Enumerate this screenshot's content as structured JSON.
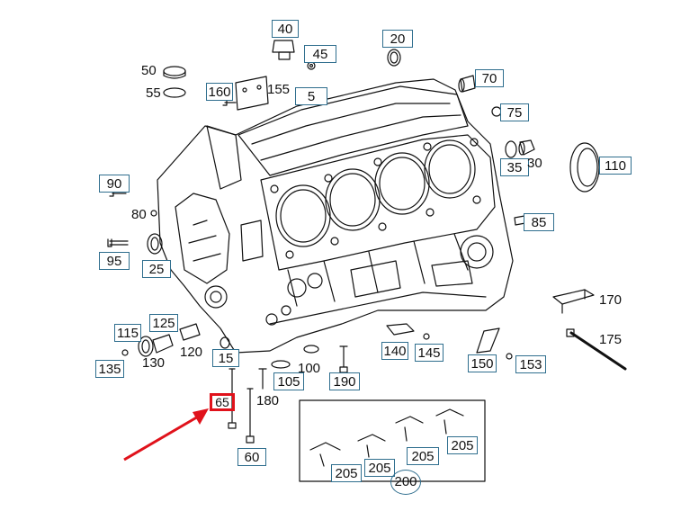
{
  "diagram": {
    "callouts": {
      "c40": "40",
      "c45": "45",
      "c20": "20",
      "c50": "50",
      "c55": "55",
      "c160": "160",
      "c155": "155",
      "c5": "5",
      "c70": "70",
      "c75": "75",
      "c35": "35",
      "c30": "30",
      "c110": "110",
      "c90": "90",
      "c80": "80",
      "c85": "85",
      "c95": "95",
      "c25": "25",
      "c170": "170",
      "c115": "115",
      "c125": "125",
      "c175": "175",
      "c120": "120",
      "c135": "135",
      "c130": "130",
      "c15": "15",
      "c100": "100",
      "c140": "140",
      "c145": "145",
      "c150": "150",
      "c153": "153",
      "c105": "105",
      "c190": "190",
      "c65": "65",
      "c180": "180",
      "c60": "60",
      "c205a": "205",
      "c205b": "205",
      "c205c": "205",
      "c205d": "205",
      "c200": "200"
    },
    "highlight_color": "#e0121b",
    "callout_border_color": "#2f6e8e",
    "highlighted_callout": "65"
  }
}
